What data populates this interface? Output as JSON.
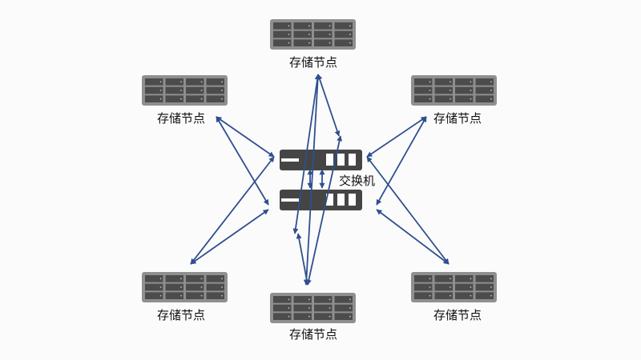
{
  "diagram": {
    "switch_label": "交换机",
    "nodes": [
      {
        "id": "top",
        "label": "存储节点"
      },
      {
        "id": "upper-left",
        "label": "存储节点"
      },
      {
        "id": "upper-right",
        "label": "存储节点"
      },
      {
        "id": "lower-left",
        "label": "存储节点"
      },
      {
        "id": "bottom",
        "label": "存储节点"
      },
      {
        "id": "lower-right",
        "label": "存储节点"
      }
    ],
    "colors": {
      "arrow": "#2f4f8f",
      "server_frame": "#8f8f8f",
      "server_cell": "#4c4c4c",
      "switch_body": "#454545",
      "switch_port": "#ffffff"
    }
  }
}
